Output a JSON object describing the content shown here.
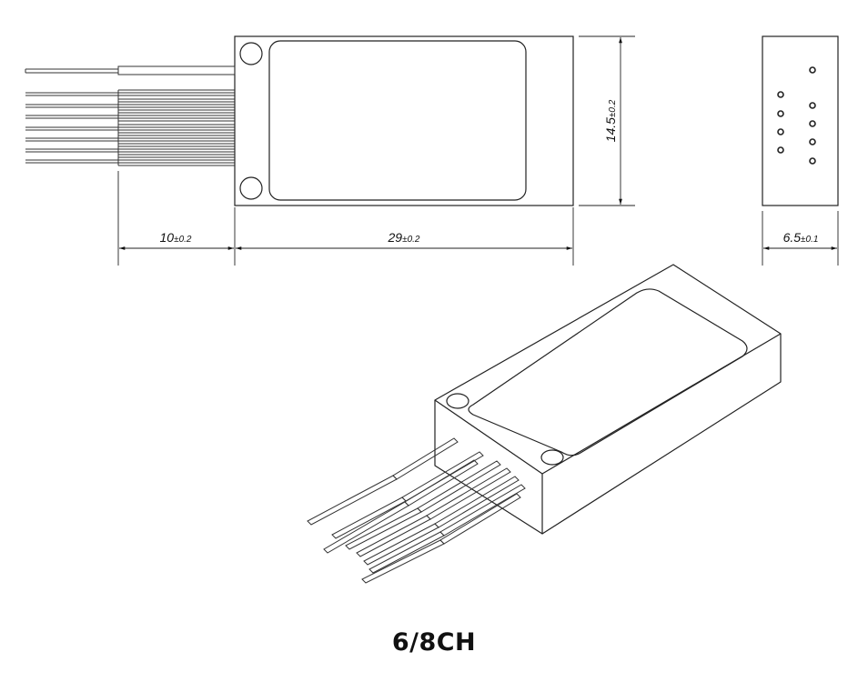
{
  "dimensions": {
    "length": {
      "value": "29",
      "tolerance": "±0.2"
    },
    "fiber": {
      "value": "10",
      "tolerance": "±0.2"
    },
    "width": {
      "value": "14.5",
      "tolerance": "±0.2"
    },
    "height": {
      "value": "6.5",
      "tolerance": "±0.1"
    }
  },
  "caption": "6/8CH"
}
